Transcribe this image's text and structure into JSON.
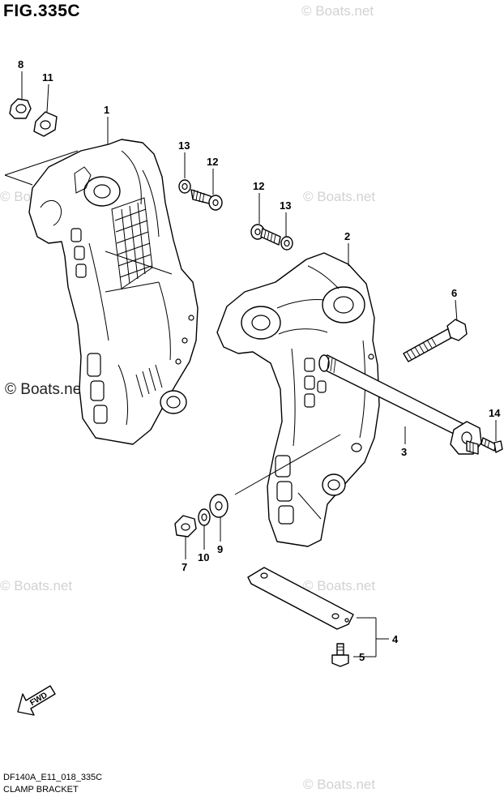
{
  "figure": {
    "title": "FIG.335C",
    "code": "DF140A_E11_018_335C",
    "name": "CLAMP BRACKET"
  },
  "watermark": {
    "text": "© Boats.net",
    "prominent_text": "© Boats.net"
  },
  "direction": {
    "label": "FWD"
  },
  "callouts": [
    "8",
    "11",
    "1",
    "13",
    "12",
    "12",
    "13",
    "2",
    "6",
    "14",
    "3",
    "7",
    "10",
    "9",
    "4",
    "5"
  ]
}
